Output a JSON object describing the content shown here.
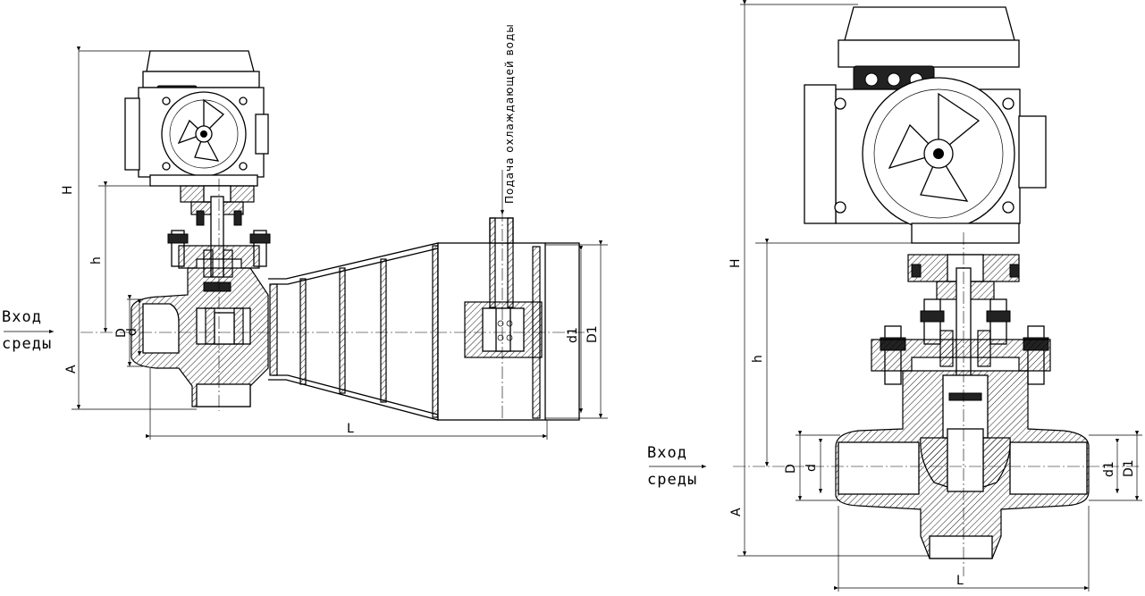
{
  "left_view": {
    "inlet_line1": "Вход",
    "inlet_line2": "среды",
    "cooling_label": "Подача охлаждающей воды",
    "dims": {
      "H": "H",
      "h": "h",
      "A": "A",
      "D": "D",
      "d": "d",
      "d1": "d1",
      "D1": "D1",
      "L": "L"
    }
  },
  "right_view": {
    "inlet_line1": "Вход",
    "inlet_line2": "среды",
    "dims": {
      "H": "H",
      "h": "h",
      "A": "A",
      "D": "D",
      "d": "d",
      "d1": "d1",
      "D1": "D1",
      "L": "L"
    }
  }
}
